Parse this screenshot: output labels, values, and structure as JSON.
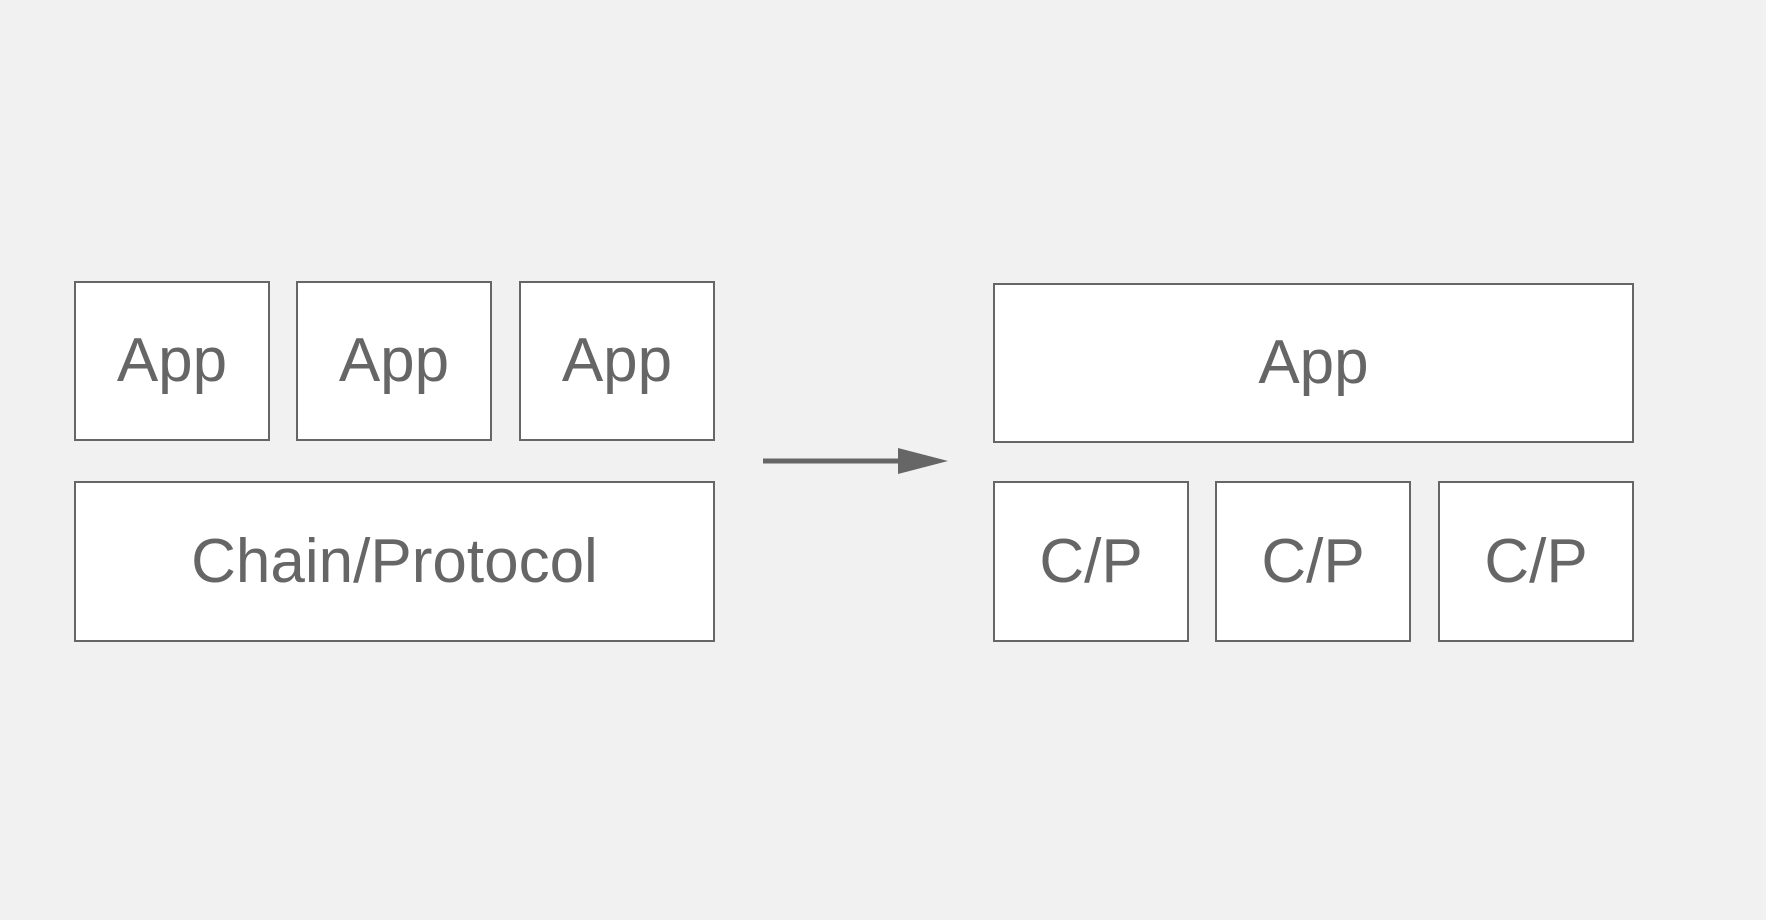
{
  "left_stack": {
    "apps": [
      {
        "label": "App"
      },
      {
        "label": "App"
      },
      {
        "label": "App"
      }
    ],
    "base": {
      "label": "Chain/Protocol"
    }
  },
  "right_stack": {
    "app": {
      "label": "App"
    },
    "bases": [
      {
        "label": "C/P"
      },
      {
        "label": "C/P"
      },
      {
        "label": "C/P"
      }
    ]
  },
  "colors": {
    "background": "#f1f1f1",
    "box_fill": "#ffffff",
    "stroke": "#666666",
    "text": "#666666"
  },
  "icons": {
    "transition": "right-arrow-icon"
  }
}
